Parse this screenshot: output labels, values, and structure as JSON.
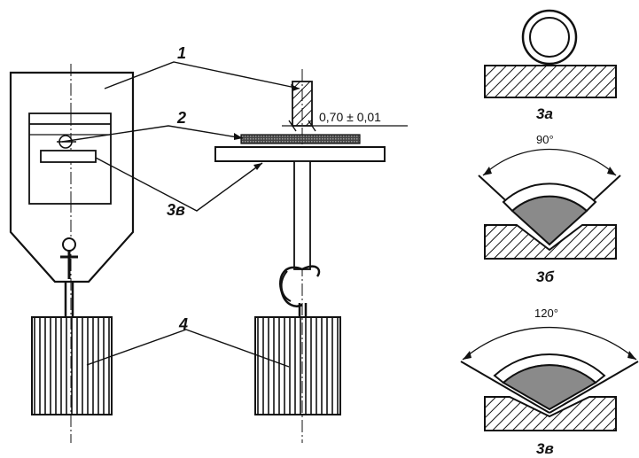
{
  "labels": {
    "callout_1": "1",
    "callout_2": "2",
    "callout_3v_main": "3в",
    "callout_4": "4",
    "dimension_gap": "0,70 ± 0,01",
    "variant_a": "3а",
    "variant_b": "3б",
    "variant_v": "3в",
    "angle_90": "90°",
    "angle_120": "120°"
  },
  "colors": {
    "line": "#111111",
    "fill_gray": "#8a8a8a",
    "background": "#ffffff"
  }
}
